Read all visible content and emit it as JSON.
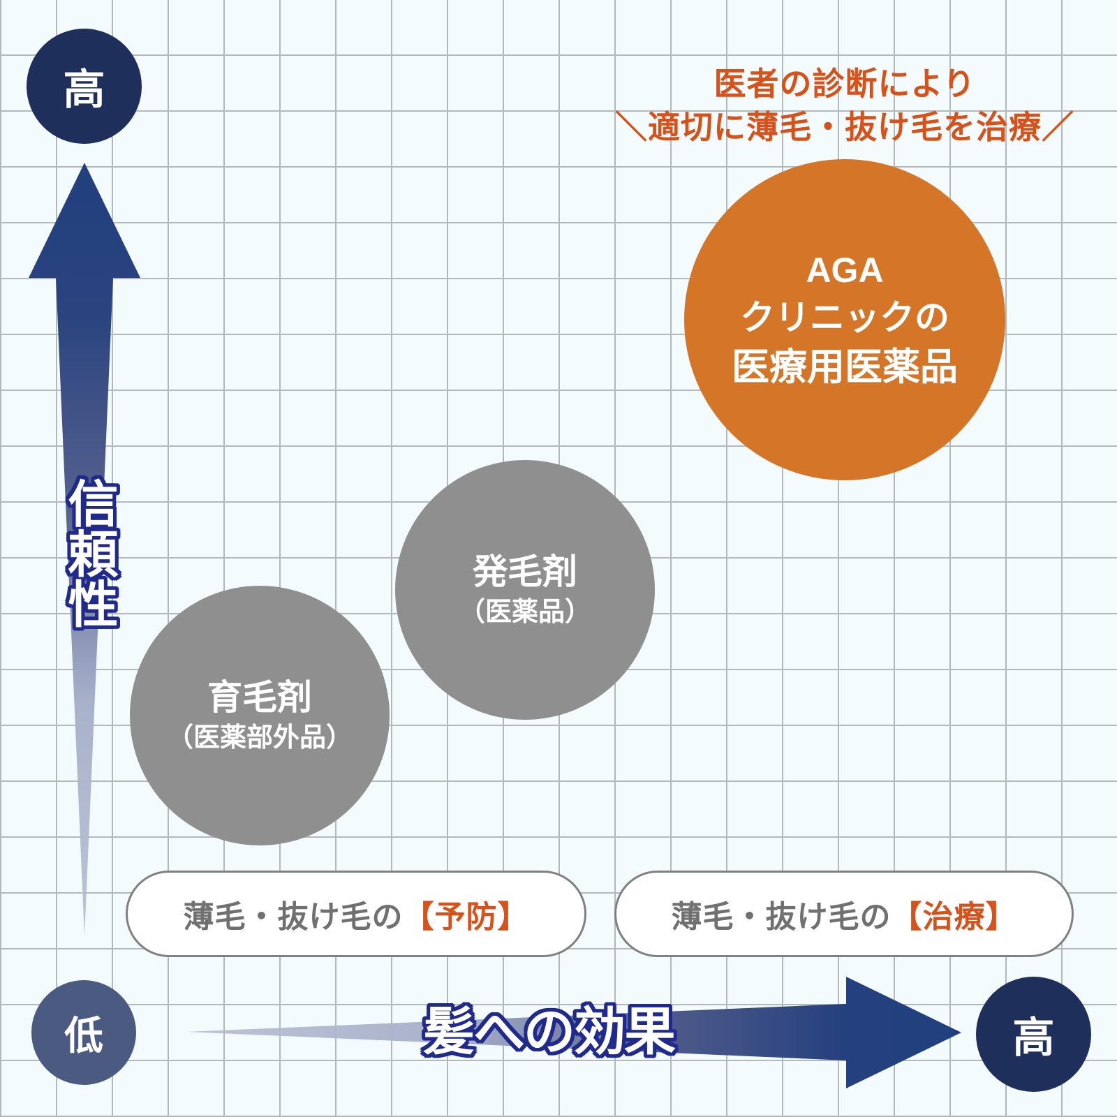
{
  "colors": {
    "background": "#f4fbfc",
    "grid": "#b4b8ba",
    "axis_dark": "#1e2f5c",
    "axis_low": "#4a5a80",
    "arrow_start": "#a9b2cb",
    "arrow_end": "#213f7e",
    "label_stroke": "#1f2a8c",
    "accent_orange": "#d6521a",
    "aga_circle": "#d47527",
    "product_gray": "#8f8f8f",
    "pill_text": "#707070"
  },
  "y_axis": {
    "high_label": "高",
    "title": "信頼性"
  },
  "x_axis": {
    "low_label": "低",
    "high_label": "高",
    "title": "髪への効果"
  },
  "callout": {
    "line1": "医者の診断により",
    "line2": "＼適切に薄毛・抜け毛を治療／"
  },
  "bubbles": [
    {
      "name": "AGA clinic prescription drugs",
      "line1": "AGA",
      "line2": "クリニックの",
      "line3": "医療用医薬品",
      "color": "#d47527"
    },
    {
      "name": "hair growth agent",
      "line1": "発毛剤",
      "line2": "（医薬品）",
      "color": "#8f8f8f"
    },
    {
      "name": "hair restorer",
      "line1": "育毛剤",
      "line2": "（医薬部外品）",
      "color": "#8f8f8f"
    }
  ],
  "categories": [
    {
      "prefix": "薄毛・抜け毛の",
      "accent": "【予防】"
    },
    {
      "prefix": "薄毛・抜け毛の",
      "accent": "【治療】"
    }
  ],
  "chart_data": {
    "type": "scatter",
    "title": "",
    "xlabel": "髪への効果",
    "ylabel": "信頼性",
    "x_ticks": [
      "低",
      "高"
    ],
    "y_ticks": [
      "低",
      "高"
    ],
    "points": [
      {
        "label": "育毛剤（医薬部外品）",
        "x": 1,
        "y": 1,
        "size": "medium",
        "group": "薄毛・抜け毛の【予防】"
      },
      {
        "label": "発毛剤（医薬品）",
        "x": 2,
        "y": 2,
        "size": "medium",
        "group": "薄毛・抜け毛の【予防】"
      },
      {
        "label": "AGAクリニックの医療用医薬品",
        "x": 3,
        "y": 3,
        "size": "large",
        "group": "薄毛・抜け毛の【治療】"
      }
    ],
    "annotations": [
      "医者の診断により ＼適切に薄毛・抜け毛を治療／"
    ],
    "grid": true
  }
}
